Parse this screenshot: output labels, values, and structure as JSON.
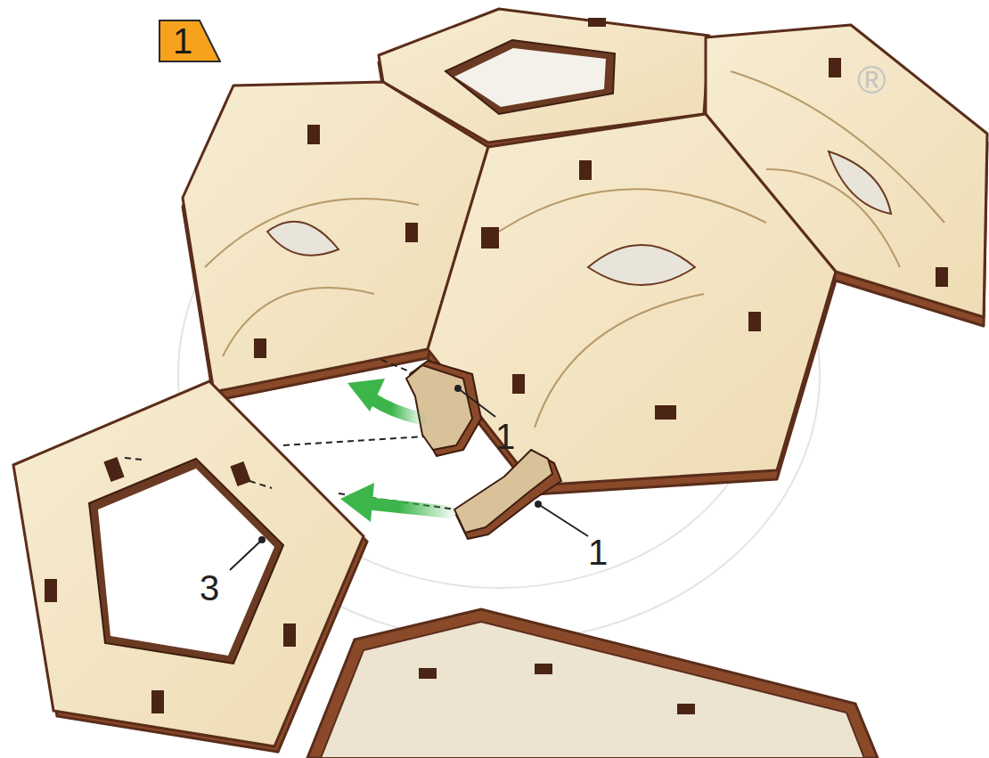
{
  "diagram": {
    "nodes": [
      {
        "text": [
          "1"
        ]
      }
    ],
    "labels": [
      "1",
      "1",
      "3",
      "®"
    ]
  }
}
